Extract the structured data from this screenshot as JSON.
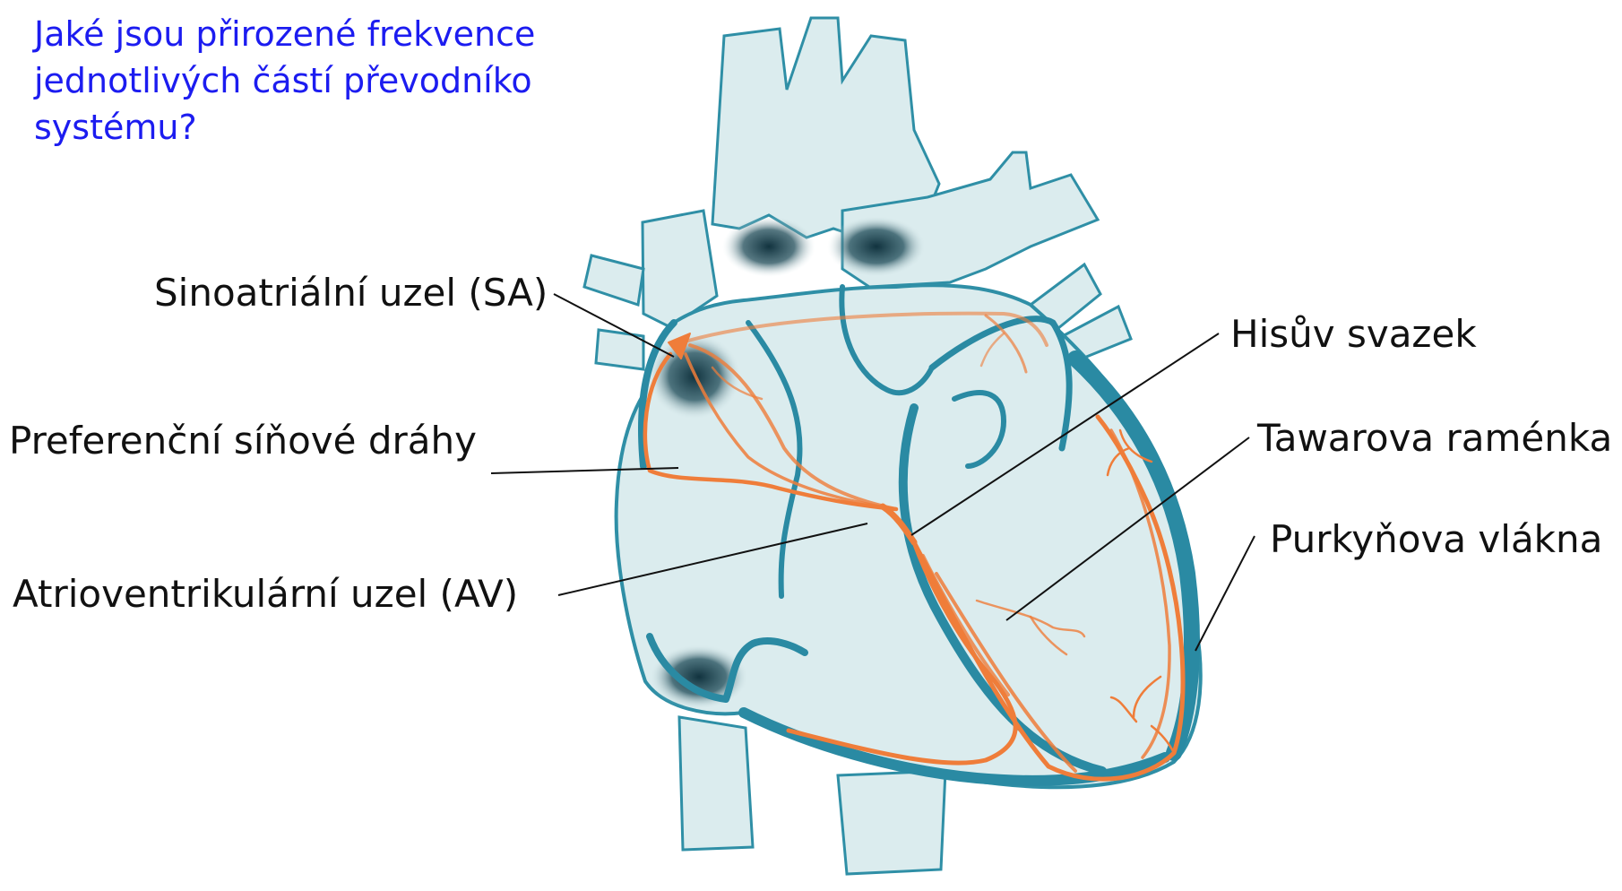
{
  "question": {
    "lines": [
      "Jaké jsou přirozené frekvence",
      "jednotlivých částí převodníko",
      "systému?"
    ],
    "color": "#1c1cf0"
  },
  "labels": {
    "sa_node": "Sinoatriální uzel (SA)",
    "preferential_pathways": "Preferenční síňové dráhy",
    "av_node": "Atrioventrikulární uzel (AV)",
    "his_bundle": "Hisův svazek",
    "tawara_branches": "Tawarova raménka",
    "purkinje_fibers": "Purkyňova vlákna"
  },
  "colors": {
    "heart_fill": "#dbecee",
    "heart_outline": "#2f8fa6",
    "wall": "#2a8aa3",
    "conduction": "#ef7d3a",
    "dark_shade": "#0d2f3b",
    "leader_line": "#111111"
  }
}
